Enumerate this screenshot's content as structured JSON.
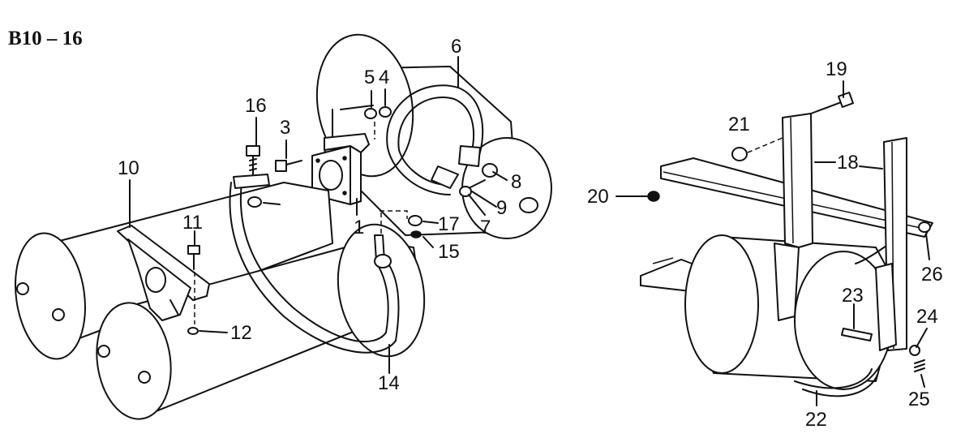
{
  "diagram_code": "B10 – 16",
  "callouts": [
    "1",
    "3",
    "4",
    "5",
    "6",
    "7",
    "8",
    "9",
    "10",
    "11",
    "12",
    "14",
    "15",
    "16",
    "17",
    "18",
    "19",
    "20",
    "21",
    "22",
    "23",
    "24",
    "25",
    "26"
  ]
}
